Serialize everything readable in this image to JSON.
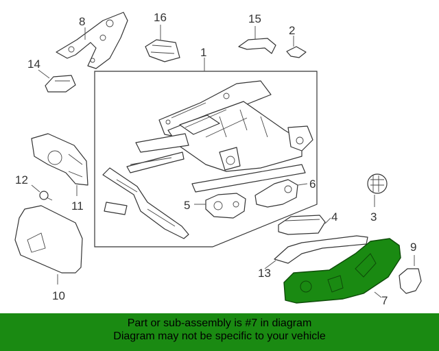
{
  "diagram": {
    "callouts": [
      "1",
      "2",
      "3",
      "4",
      "5",
      "6",
      "7",
      "8",
      "9",
      "10",
      "11",
      "12",
      "13",
      "14",
      "15",
      "16"
    ],
    "highlighted_part": "7",
    "highlight_color": "#1a8a12"
  },
  "banner": {
    "line1": "Part or sub-assembly is #7 in diagram",
    "line2": "Diagram may not be specific to your vehicle",
    "background": "#1a8a12"
  }
}
